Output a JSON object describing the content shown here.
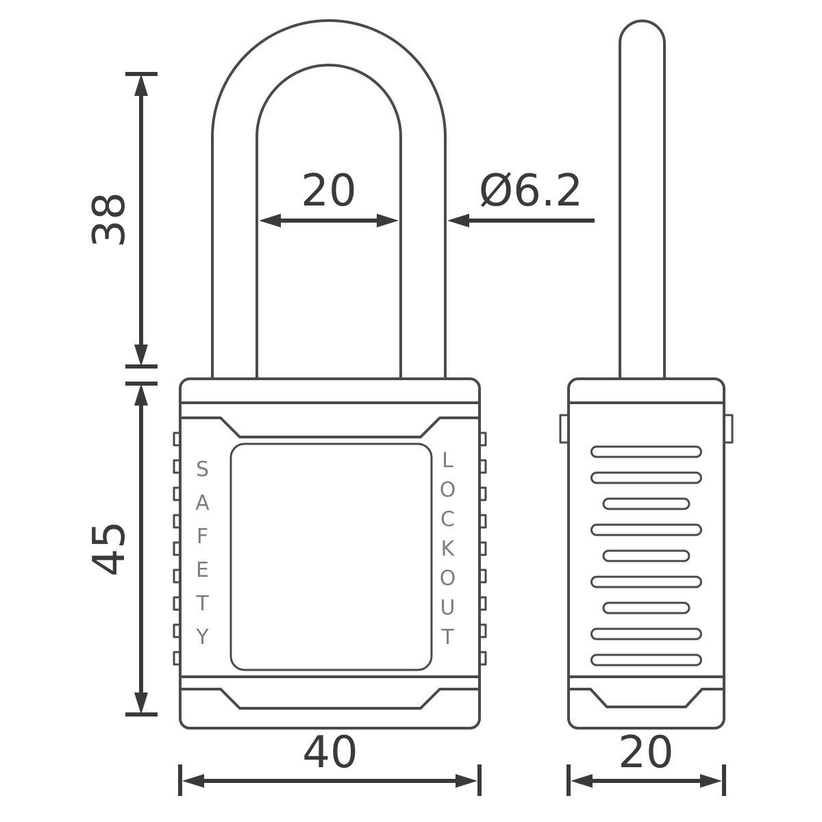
{
  "diagram": {
    "type": "technical-dimension-drawing",
    "subject": "safety lockout padlock, front and side views",
    "front_view": {
      "body_text_left": "SAFETY",
      "body_text_right": "LOCKOUT"
    },
    "dims": {
      "shackle_height": "38",
      "body_height": "45",
      "shackle_inner_width": "20",
      "shackle_diameter": "Ø6.2",
      "body_width": "40",
      "body_depth": "20"
    },
    "colors": {
      "line": "#4a4a4a",
      "dimension": "#3a3a3a",
      "engraving": "#7d7d7d",
      "background": "#ffffff"
    }
  }
}
